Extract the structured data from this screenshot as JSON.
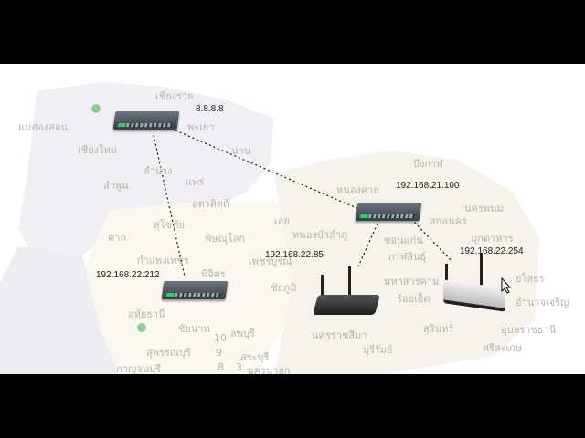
{
  "map_labels": [
    "แม่ฮ่องสอน",
    "เชียงราย",
    "พะเยา",
    "เชียงใหม่",
    "น่าน",
    "ลำปาง",
    "แพร่",
    "ลำพูน",
    "อุตรดิตถ์",
    "สุโขทัย",
    "เลย",
    "ตาก",
    "พิษณุโลก",
    "เพชรบูรณ์",
    "กำแพงเพชร",
    "พิจิตร",
    "อุทัยธานี",
    "ชัยนาท",
    "ลพบุรี",
    "สุพรรณบุรี",
    "สระบุรี",
    "กาญจนบุรี",
    "นครนายก",
    "10",
    "9",
    "8",
    "3",
    "หนองคาย",
    "บึงกาฬ",
    "นครพนม",
    "หนองบัวลำภู",
    "สกลนคร",
    "ขอนแก่น",
    "กาฬสินธุ์",
    "มุกดาหาร",
    "ชัยภูมิ",
    "มหาสารคาม",
    "ร้อยเอ็ด",
    "ยโสธร",
    "อำนาจเจริญ",
    "สุรินทร์",
    "อุบลราชธานี",
    "นครราชสีมา",
    "ศรีสะเกษ",
    "บุรีรัมย์"
  ],
  "devices": [
    {
      "type": "switch",
      "ip": "8.8.8.8"
    },
    {
      "type": "switch",
      "ip": "192.168.22.212"
    },
    {
      "type": "switch",
      "ip": "192.168.21.100"
    },
    {
      "type": "router",
      "ip": "192.168.22.85"
    },
    {
      "type": "router",
      "ip": "192.168.22.254"
    }
  ]
}
